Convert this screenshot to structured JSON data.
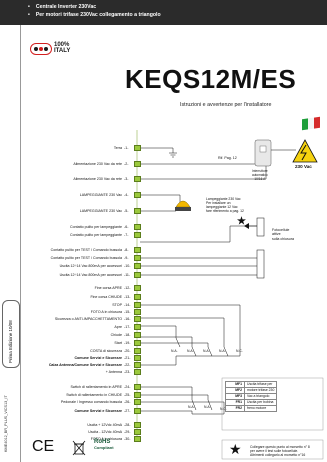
{
  "header": {
    "bullets": [
      "Centrale Inverter 230Vac",
      "Per motori trifase 230Vac collegamento a triangolo"
    ]
  },
  "side_rail": {
    "edition_label": "Prima Edizione 10/08",
    "document_code": "KME4012_BR_PLUS_VICS13_IT"
  },
  "brand": {
    "logo_line1": "100%",
    "logo_line2": "ITALY"
  },
  "title": "KEQS12M/ES",
  "subtitle": "Istruzioni e avvertenze per l'installatore",
  "terminals": [
    {
      "label": "Terra",
      "num": "-1-"
    },
    {
      "label": "Alimentazione 230 Vac da rete",
      "num": "-2-"
    },
    {
      "label": "Alimentazione 230 Vac da rete",
      "num": "-3-"
    },
    {
      "label": "LAMPEGGIANTE 230 Vac",
      "num": "-4-"
    },
    {
      "label": "LAMPEGGIANTE 230 Vac",
      "num": "-5-"
    },
    {
      "label": "Contatto pulito per lampeggiante",
      "num": "-6-"
    },
    {
      "label": "Contatto pulito per lampeggiante",
      "num": "-7-"
    },
    {
      "label": "Contatto pulito per TEST / Comando bussola",
      "num": "-8-"
    },
    {
      "label": "Contatto pulito per TEST / Comando bussola",
      "num": "-9-"
    },
    {
      "label": "Uscita 12÷14 Vac 800mA per accessori",
      "num": "-10-"
    },
    {
      "label": "Uscita 12÷14 Vac 800mA per accessori",
      "num": "-11-"
    },
    {
      "label": "Fine corsa APRE",
      "num": "-12-"
    },
    {
      "label": "Fine corsa CHIUDE",
      "num": "-13-"
    },
    {
      "label": "STOP",
      "num": "-14-"
    },
    {
      "label": "FOTO A in chiusura",
      "num": "-15-"
    },
    {
      "label": "Sicurezza o ANTI-IMPACCHETTAMENTO",
      "num": "-16-"
    },
    {
      "label": "Apre",
      "num": "-17-"
    },
    {
      "label": "Chiude",
      "num": "-18-"
    },
    {
      "label": "Start",
      "num": "-19-"
    },
    {
      "label": "COSTA di sicurezza",
      "num": "-20-"
    },
    {
      "label": "Comune Servizi e Sicurezze",
      "num": "-21-"
    },
    {
      "label": "Calza Antenna/Comune Servizi e Sicurezze",
      "num": "-22-"
    },
    {
      "label": "+ Antenna",
      "num": "-23-"
    },
    {
      "label": "Switch di rallentamento in APRE",
      "num": "-24-"
    },
    {
      "label": "Switch di rallentamento in CHIUDE",
      "num": "-25-"
    },
    {
      "label": "Pedonale / Ingresso comando bussola",
      "num": "-26-"
    },
    {
      "label": "Comune Servizi e Sicurezze",
      "num": "-27-"
    },
    {
      "label": "Uscita + 12Vdc 40mA",
      "num": "-28-"
    },
    {
      "label": "Uscita - 12Vdc 40mA",
      "num": "-29-"
    },
    {
      "label": "FOTO A in chiusura",
      "num": "-30-"
    }
  ],
  "notes": {
    "rif_pag": "Rif. Pag. 12",
    "interruttore": [
      "Interruttore",
      "automatico",
      "10/16 A"
    ],
    "voltage": "230 Vac",
    "lamp_note": [
      "Lampeggiante 230 Vac",
      "Per installare un",
      "lampeggiante 12 Vac",
      "fare riferimento a pag. 12"
    ],
    "fotocellule": [
      "Fotocellule",
      "attive",
      "sulla chiusura"
    ],
    "contact_na": "N.A.",
    "contact_nc": "N.C."
  },
  "legend": [
    {
      "code": "MF1",
      "text": "Uscita trifase per"
    },
    {
      "code": "MF2",
      "text": "motore trifase 230"
    },
    {
      "code": "MF3",
      "text": "Vac a triangolo"
    },
    {
      "code": "FR1",
      "text": "Uscita per bobina"
    },
    {
      "code": "FR2",
      "text": "freno motore"
    }
  ],
  "star_note": [
    "Collegare questo punto al morsetto n° 8",
    "per avere il test sulle fotocellule.",
    "Altrimenti collegarlo al morsetto n°16"
  ],
  "footer_logos": {
    "ce": "CE",
    "rohs_line1": "RoHS",
    "rohs_line2": "Compliant"
  },
  "colors": {
    "header_band": "#2b2b2b",
    "terminal_green": "#9bc93c",
    "logo_red": "#d31f1f",
    "flag_green": "#1e9e3a",
    "flag_red": "#d52b2b",
    "warning_yellow": "#f5d20f"
  }
}
